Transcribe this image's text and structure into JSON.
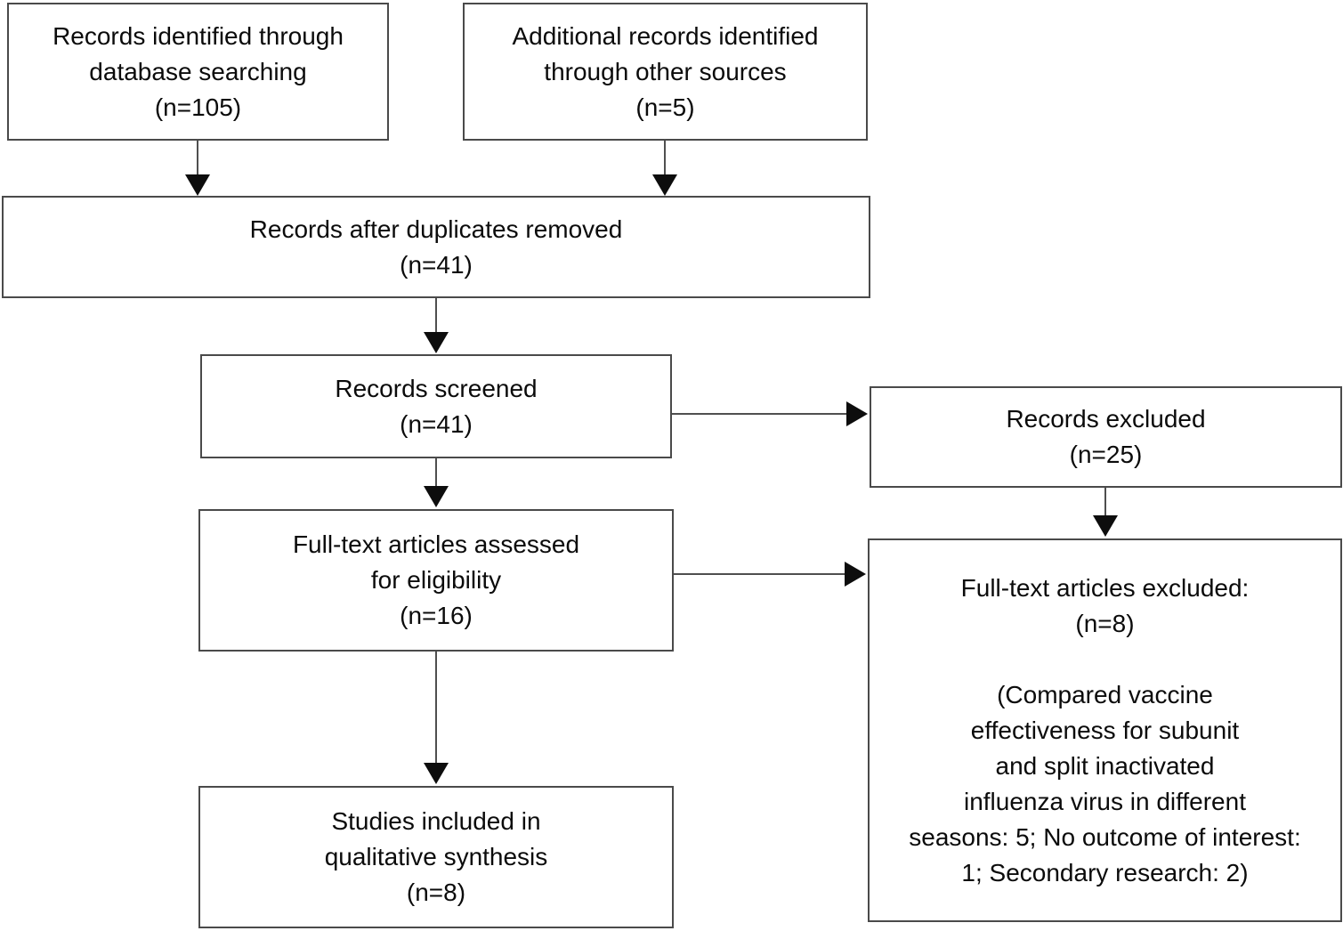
{
  "diagram": {
    "title": "PRISMA study selection flow diagram",
    "colors": {
      "background": "#ffffff",
      "box_border": "#4a4a4a",
      "text": "#0b0b0b",
      "arrow": "#0d0d0d"
    },
    "boxes": {
      "records_identified": {
        "text": "Records identified through\ndatabase searching\n(n=105)"
      },
      "additional_records": {
        "text": "Additional records identified\nthrough other sources\n(n=5)"
      },
      "duplicates_removed": {
        "text": "Records after duplicates removed\n(n=41)"
      },
      "records_screened": {
        "text": "Records screened\n(n=41)"
      },
      "records_excluded": {
        "text": "Records excluded\n(n=25)"
      },
      "fulltext_assessed": {
        "text": "Full-text articles assessed\nfor eligibility\n(n=16)"
      },
      "fulltext_excluded": {
        "text": "Full-text articles excluded:\n(n=8)\n\n(Compared vaccine\neffectiveness for subunit\nand split inactivated\ninfluenza virus in different\nseasons: 5; No outcome of interest:\n1; Secondary research: 2)"
      },
      "studies_included": {
        "text": "Studies included in\nqualitative synthesis\n(n=8)"
      }
    }
  }
}
